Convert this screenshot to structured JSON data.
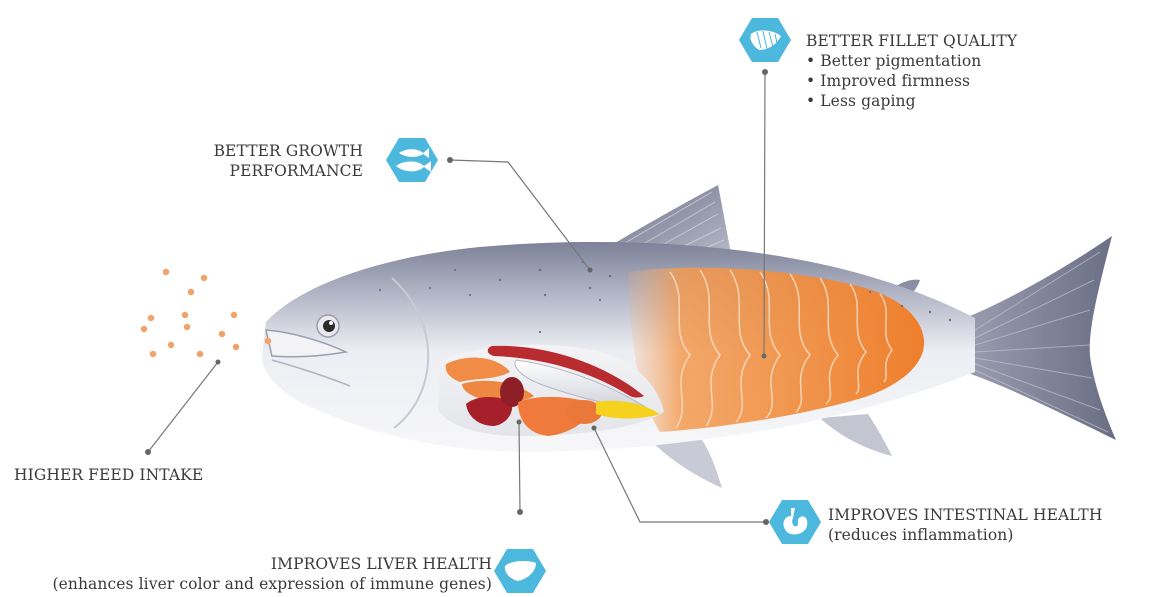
{
  "callouts": {
    "fillet": {
      "title": "BETTER FILLET QUALITY",
      "bullets": [
        "Better pigmentation",
        "Improved firmness",
        "Less gaping"
      ],
      "icon": "fillet-icon"
    },
    "growth": {
      "title_line1": "BETTER GROWTH",
      "title_line2": "PERFORMANCE",
      "icon": "two-fish-icon"
    },
    "feed": {
      "title": "HIGHER FEED INTAKE"
    },
    "intestinal": {
      "title": "IMPROVES INTESTINAL HEALTH",
      "subtitle": "(reduces inflammation)",
      "icon": "stomach-icon"
    },
    "liver": {
      "title": "IMPROVES LIVER HEALTH",
      "subtitle": "(enhances liver color and expression of immune genes)",
      "icon": "liver-icon"
    }
  },
  "colors": {
    "icon_fill": "#4cb8de",
    "leader": "#777777",
    "fillet": "#f08a3c",
    "pellet": "#f2a16a",
    "body_back": "#8f93a6",
    "body_belly": "#f1f2f5"
  }
}
